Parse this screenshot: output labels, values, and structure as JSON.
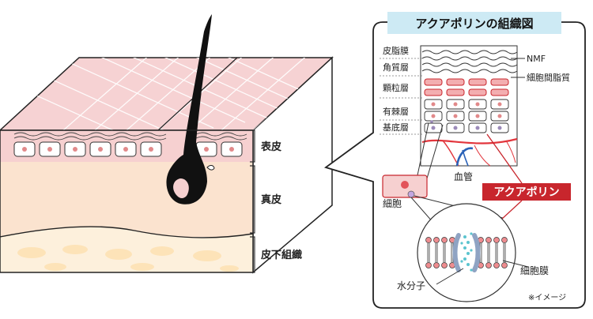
{
  "skin_layers": {
    "epidermis": "表皮",
    "dermis": "真皮",
    "subcutaneous": "皮下組織"
  },
  "panel": {
    "title": "アクアポリンの組織図",
    "left_labels": [
      "皮脂膜",
      "角質層",
      "顆粒層",
      "有棘層",
      "基底層"
    ],
    "right_labels": [
      "NMF",
      "細胞間脂質"
    ],
    "blood_vessel": "血管",
    "cell": "細胞",
    "aquaporin": "アクアポリン",
    "cell_membrane": "細胞膜",
    "water_molecule": "水分子",
    "note": "※イメージ"
  },
  "colors": {
    "epidermis_pink": "#f3c4c4",
    "dermis_peach": "#fbe6d3",
    "fat_yellow": "#fde8bf",
    "aquaporin_red": "#c8262d",
    "title_bg": "#cdeaf4",
    "vessel_blue": "#2a62b8",
    "vessel_red": "#e2353c"
  }
}
